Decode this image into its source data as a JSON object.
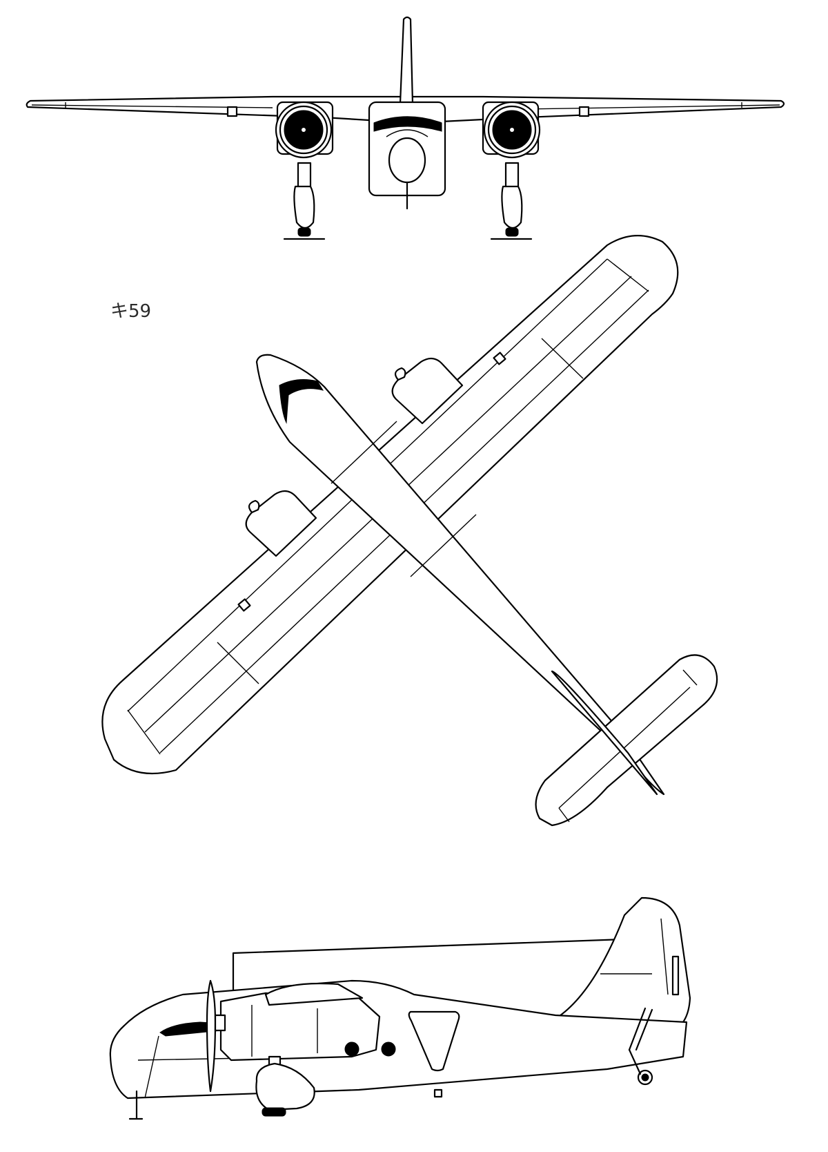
{
  "designation": {
    "text": "キ59"
  },
  "views": [
    {
      "id": "front",
      "icon": "aircraft-front-view"
    },
    {
      "id": "top",
      "icon": "aircraft-top-view"
    },
    {
      "id": "side",
      "icon": "aircraft-side-view"
    }
  ],
  "colors": {
    "line": "#000000",
    "background": "#ffffff",
    "label": "#2b2b2b"
  }
}
